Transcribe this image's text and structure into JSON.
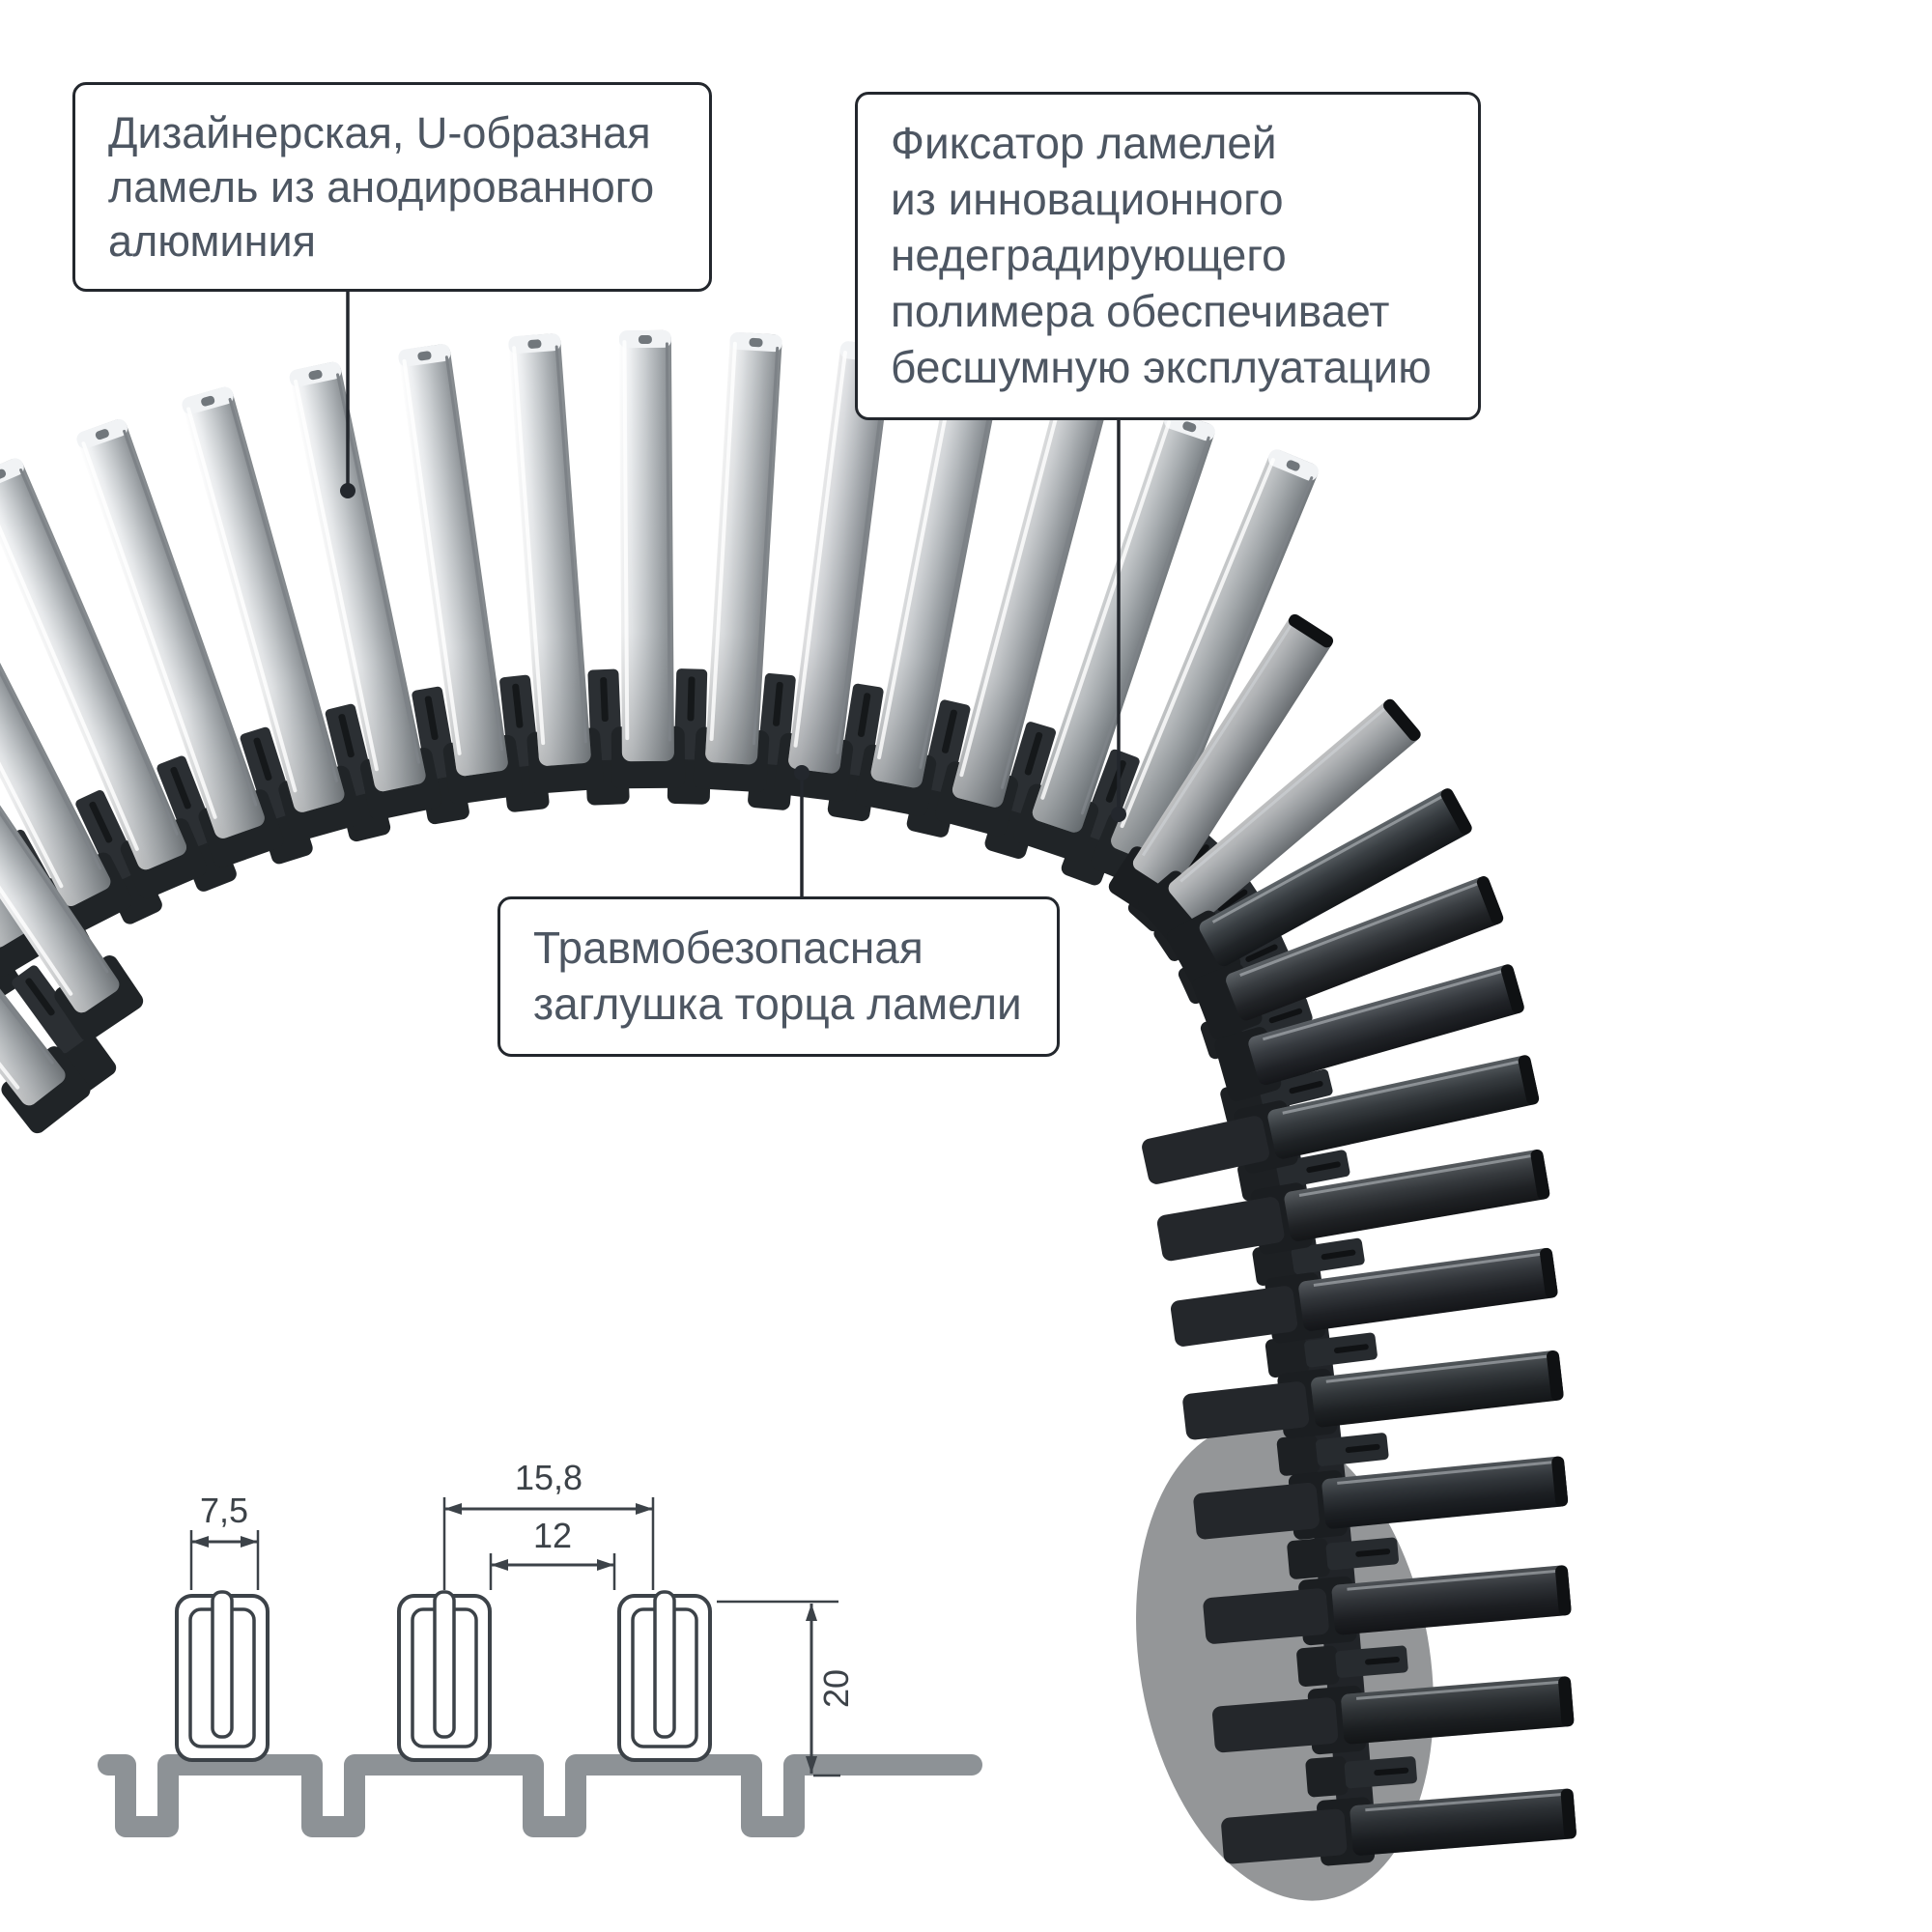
{
  "callouts": [
    {
      "lines": [
        "Дизайнерская, U-образная",
        "ламель из анодированного",
        "алюминия"
      ]
    },
    {
      "lines": [
        "Фиксатор ламелей",
        "из инновационного",
        "недеградирующего",
        "полимера обеспечивает",
        "бесшумную эксплуатацию"
      ]
    },
    {
      "lines": [
        "Травмобезопасная",
        "заглушка торца ламели"
      ]
    }
  ],
  "drawing": {
    "dim_slot_width": "7,5",
    "dim_pitch": "15,8",
    "dim_gap": "12",
    "dim_height": "20"
  },
  "colors": {
    "ink": "#23272d",
    "text": "#4d5662",
    "band": "#2e3236",
    "clip": "#202427",
    "roll_band": "#212428",
    "drawing_line": "#3c4248",
    "drawing_band": "#8d9296"
  }
}
